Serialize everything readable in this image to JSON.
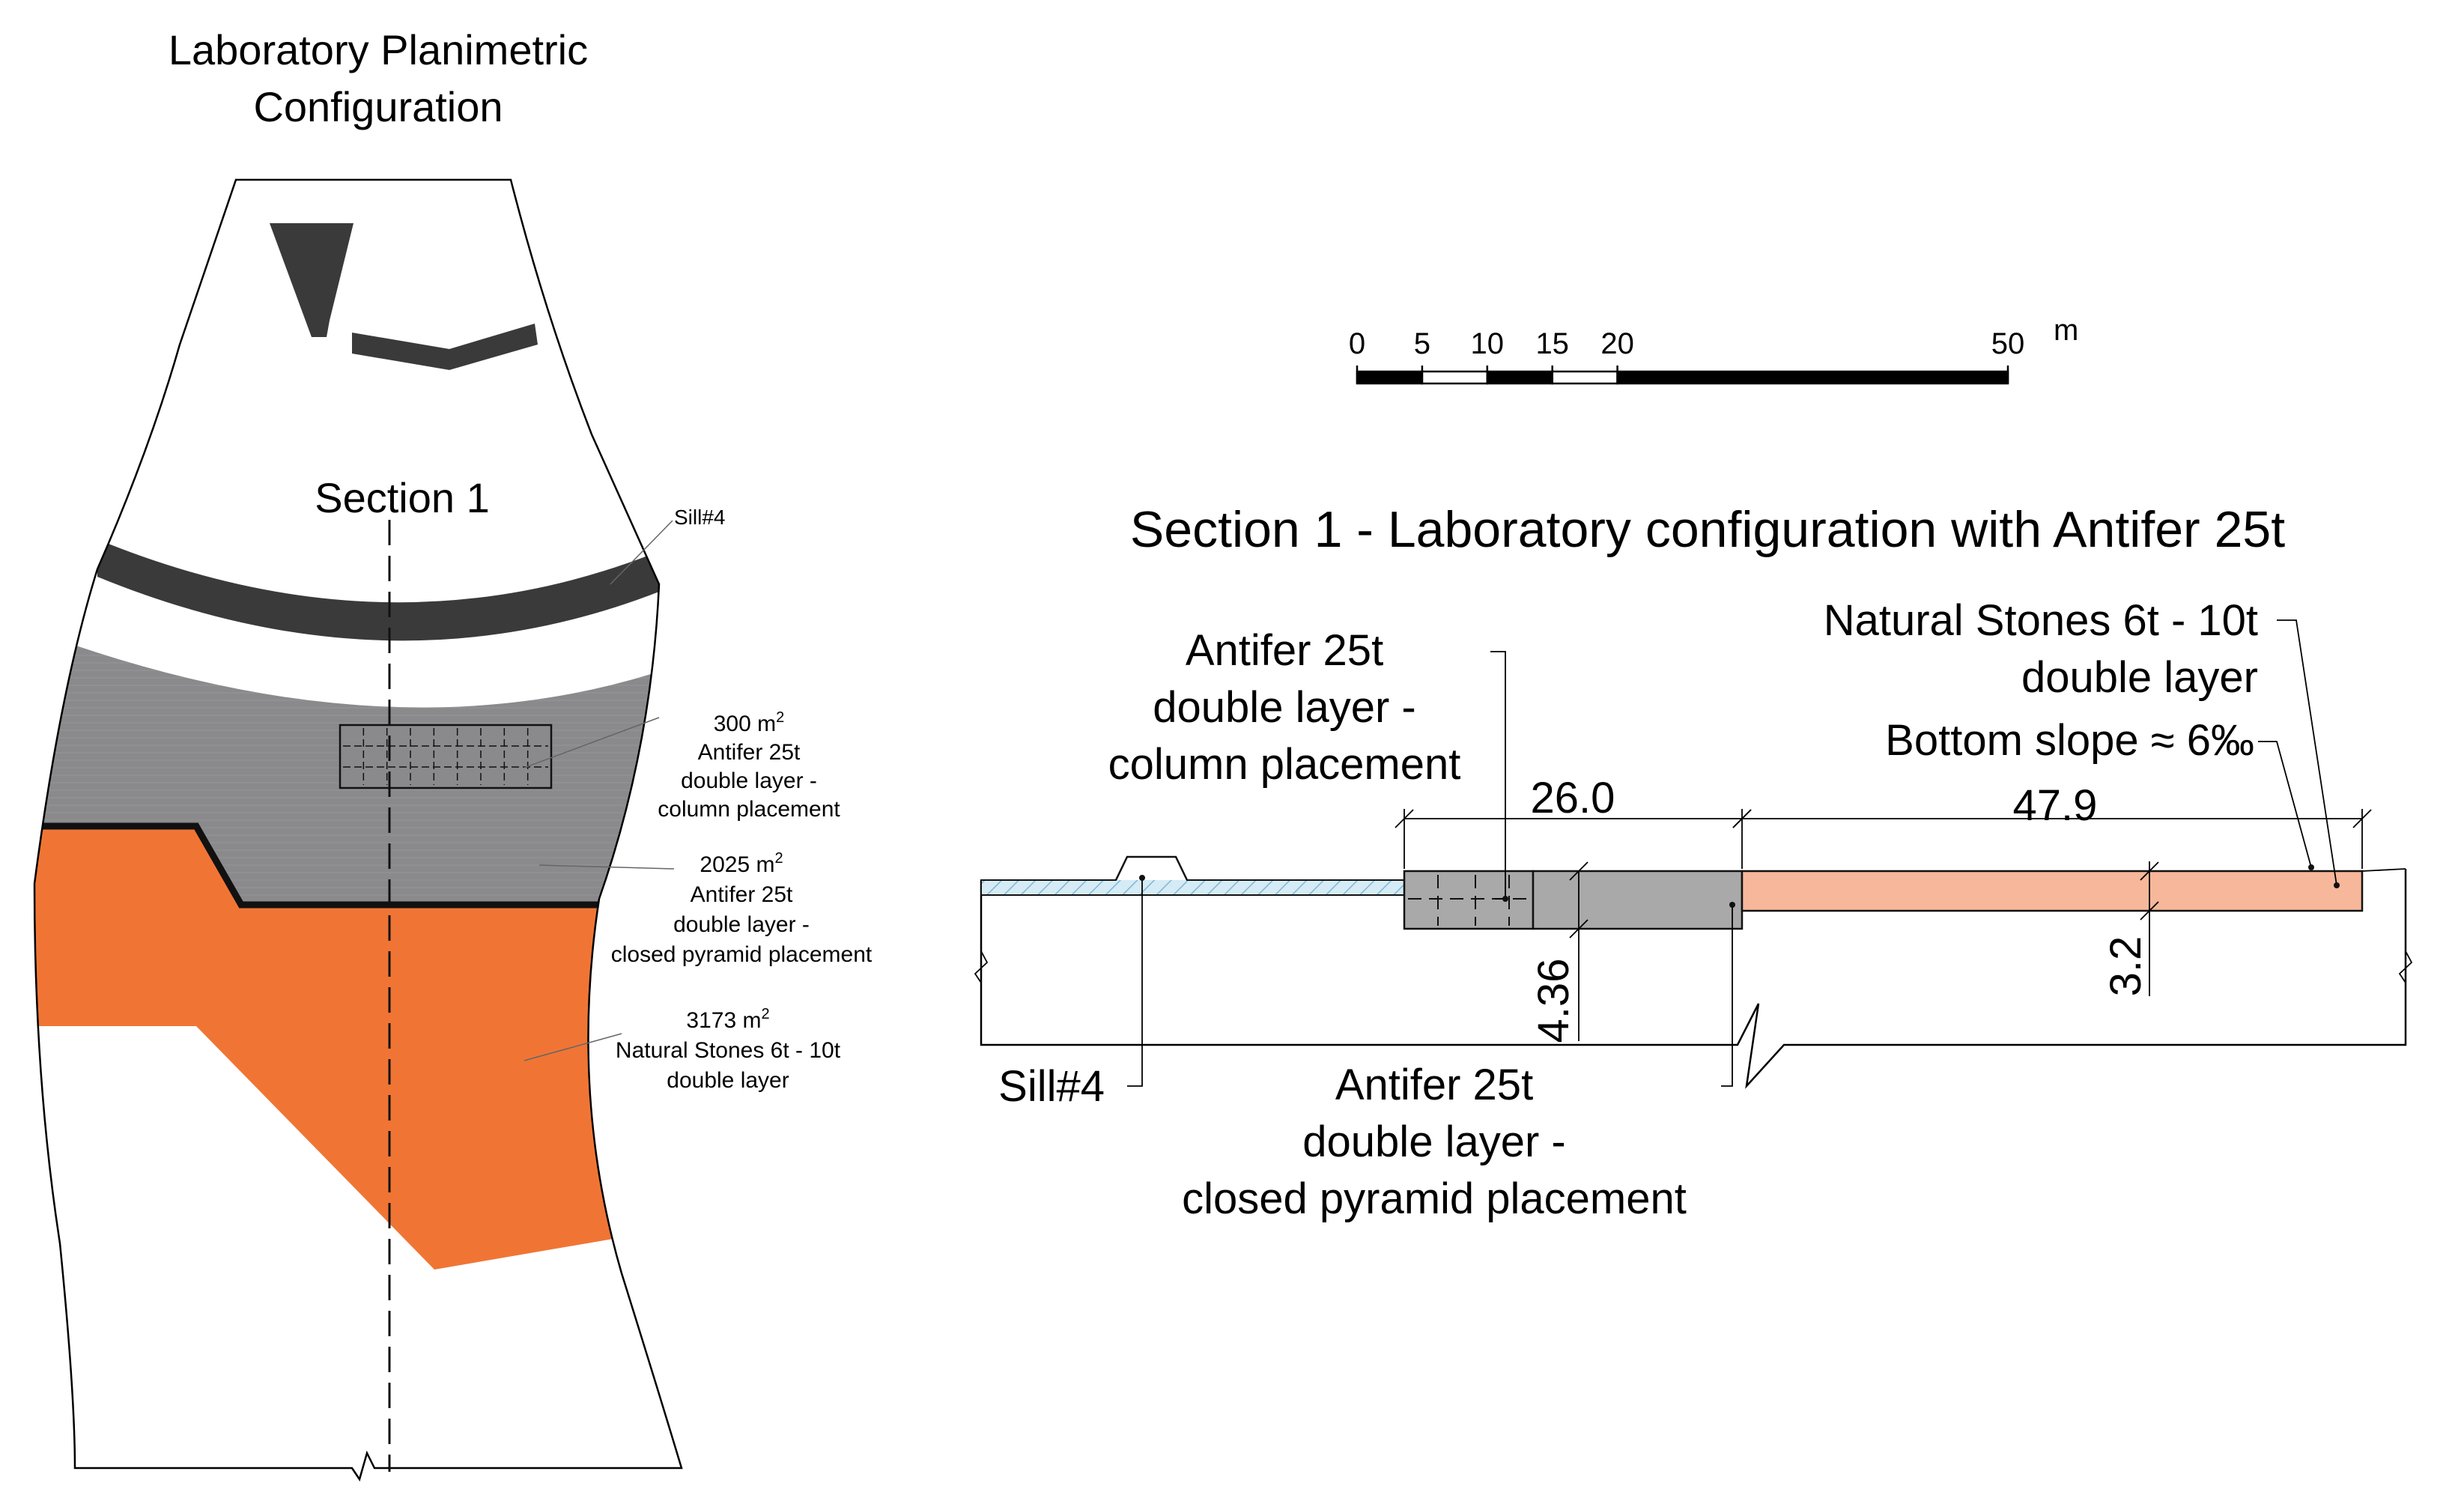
{
  "plan": {
    "title_line1": "Laboratory Planimetric",
    "title_line2": "Configuration",
    "section_label": "Section 1",
    "sill_label": "Sill#4",
    "areas": [
      {
        "area_value": "300 m",
        "superscript": "2",
        "lines": [
          "Antifer 25t",
          "double layer -",
          "column placement"
        ],
        "color": "#8a8a8c"
      },
      {
        "area_value": "2025 m",
        "superscript": "2",
        "lines": [
          "Antifer 25t",
          "double layer -",
          "closed pyramid placement"
        ],
        "color": "#8a8a8c"
      },
      {
        "area_value": "3173 m",
        "superscript": "2",
        "lines": [
          "Natural Stones 6t - 10t",
          "double layer"
        ],
        "color": "#f07535"
      }
    ]
  },
  "scale_bar": {
    "ticks": [
      "0",
      "5",
      "10",
      "15",
      "20",
      "50"
    ],
    "unit": "m"
  },
  "section": {
    "title": "Section 1 - Laboratory configuration with Antifer 25t",
    "label_column": [
      "Antifer 25t",
      "double layer -",
      "column placement"
    ],
    "label_natural": [
      "Natural Stones 6t - 10t",
      "double layer"
    ],
    "label_slope": "Bottom slope ≈ 6‰",
    "label_sill": "Sill#4",
    "label_pyramid": [
      "Antifer 25t",
      "double layer -",
      "closed pyramid placement"
    ],
    "dim_antifer_length": "26.0",
    "dim_natural_length": "47.9",
    "dim_antifer_thickness": "4.36",
    "dim_natural_thickness": "3.2"
  },
  "colors": {
    "dark_band": "#3a3a3a",
    "antifer_grey": "#8a8a8c",
    "orange": "#f07535",
    "salmon": "#f6b79a",
    "section_grey": "#a9a9a9",
    "hatch_blue": "#a9d3e8"
  }
}
